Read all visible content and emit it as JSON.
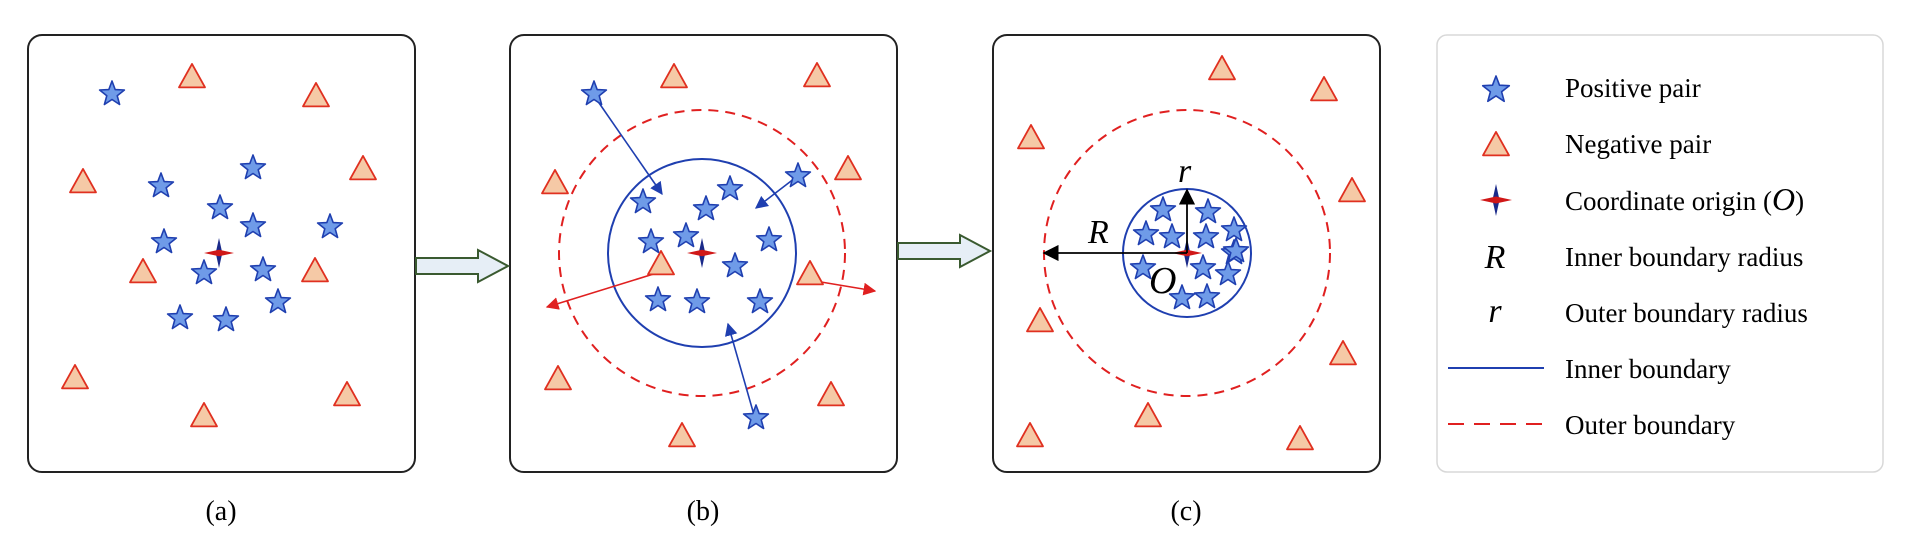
{
  "panels": [
    {
      "id": "a",
      "caption": "(a)"
    },
    {
      "id": "b",
      "caption": "(b)"
    },
    {
      "id": "c",
      "caption": "(c)",
      "radius_labels": {
        "outer": "R",
        "inner": "r",
        "origin": "O"
      }
    }
  ],
  "legend": {
    "items": [
      {
        "id": "positive",
        "symbol": "star",
        "label": "Positive pair"
      },
      {
        "id": "negative",
        "symbol": "triangle",
        "label": "Negative pair"
      },
      {
        "id": "origin",
        "symbol": "origin",
        "label_prefix": "Coordinate origin (",
        "label_symbol": "O",
        "label_suffix": ")"
      },
      {
        "id": "inner-radius",
        "symbol": "R",
        "label": "Inner boundary radius"
      },
      {
        "id": "outer-radius",
        "symbol": "r",
        "label": "Outer boundary radius"
      },
      {
        "id": "inner-boundary",
        "symbol": "solid-line",
        "label": "Inner boundary"
      },
      {
        "id": "outer-boundary",
        "symbol": "dashed-line",
        "label": "Outer boundary"
      }
    ]
  },
  "colors": {
    "star_fill": "#6f9be8",
    "star_stroke": "#1f3fb0",
    "triangle_fill": "#f5c9a6",
    "triangle_stroke": "#e03020",
    "inner_boundary": "#1f3fb0",
    "outer_boundary": "#e02020",
    "arrow_blue": "#1f3fb0",
    "arrow_red": "#e02020",
    "origin_red": "#d01818",
    "origin_blue": "#1a2a8a",
    "block_arrow_fill": "#e6eef6",
    "block_arrow_stroke": "#3a5a30"
  }
}
